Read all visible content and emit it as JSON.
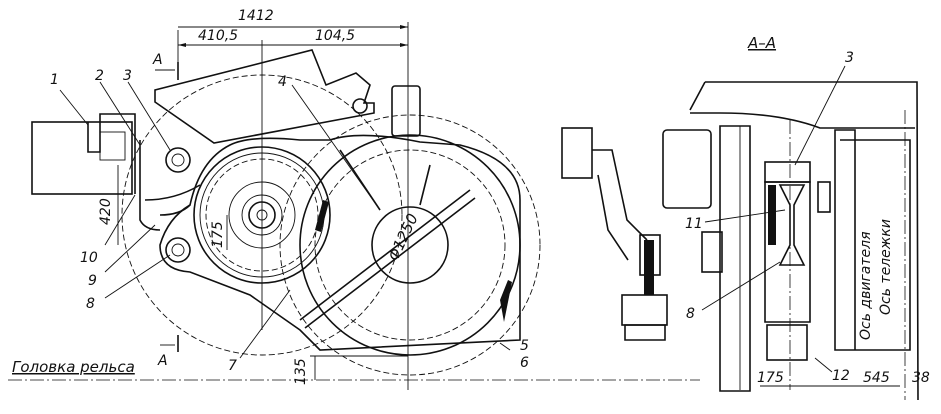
{
  "dimensions": {
    "overall": "1412",
    "left_offset": "410,5",
    "right_offset": "104,5",
    "height_420": "420",
    "height_175": "175",
    "wheel_diameter": "Φ1250",
    "clearance_135": "135",
    "section_175": "175",
    "section_545": "545",
    "section_38": "38"
  },
  "section": {
    "marker_top": "A",
    "marker_bottom": "A",
    "title": "А–А"
  },
  "callouts": [
    "1",
    "2",
    "3",
    "4",
    "5",
    "6",
    "7",
    "8",
    "9",
    "10"
  ],
  "section_callouts": [
    "3",
    "11",
    "8",
    "12"
  ],
  "labels": {
    "rail_head": "Головка рельса",
    "motor_axis": "Ось двигателя",
    "bogie_axis": "Ось тележки"
  }
}
